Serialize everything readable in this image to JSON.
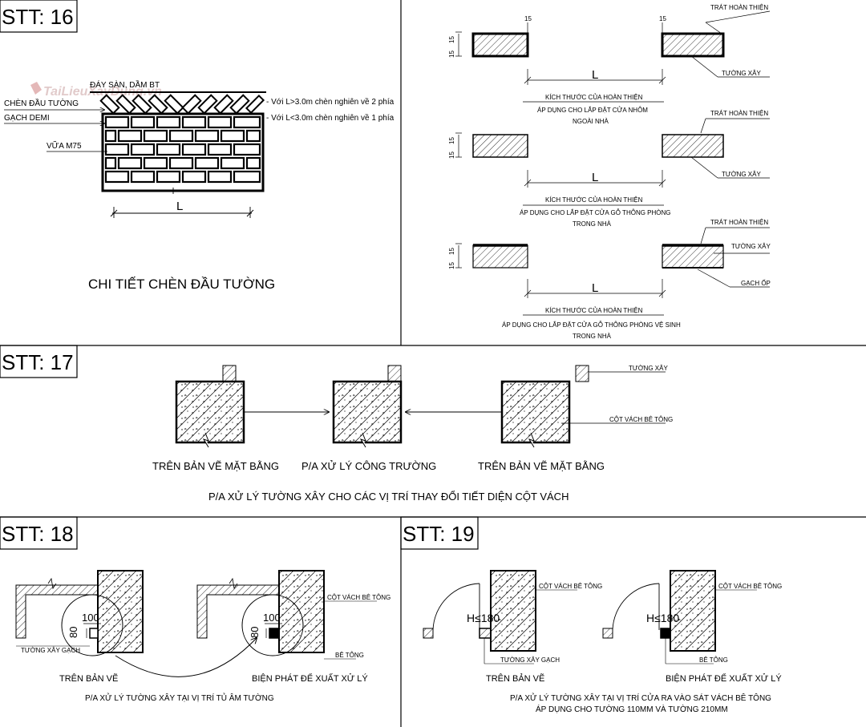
{
  "colors": {
    "line": "#000000",
    "watermark": "#c9a0a0",
    "background": "#ffffff"
  },
  "watermark": {
    "text": "TaiLieuXayDung.vn",
    "icon": "logo-icon"
  },
  "p16": {
    "stt": "STT: 16",
    "labels": {
      "slab": "ĐÁY SÀN, DẦM BT",
      "wedge": "CHÈN ĐẦU TƯỜNG",
      "demi": "GẠCH DEMI",
      "mortar": "VỮA M75",
      "note1": "- Với L>3.0m chèn nghiên về 2 phía",
      "note2": "- Với L<3.0m chèn nghiên về 1 phía",
      "dim": "L"
    },
    "caption": "CHI TIẾT CHÈN ĐẦU TƯỜNG"
  },
  "p16b": {
    "rows": [
      {
        "dim_top": "15",
        "dim_side_a": "15",
        "dim_side_b": "15",
        "dim_l": "L",
        "label_top": "TRÁT HOÀN THIỆN",
        "label_mid": "TƯỜNG XÂY",
        "label_bot": "",
        "size": "KÍCH THƯỚC CỦA HOÀN THIỆN",
        "apply1": "ÁP DỤNG CHO LẮP ĐẶT CỬA NHÔM",
        "apply2": "NGOÀI NHÀ"
      },
      {
        "dim_top": "",
        "dim_side_a": "15",
        "dim_side_b": "15",
        "dim_l": "L",
        "label_top": "TRÁT HOÀN THIỆN",
        "label_mid": "TƯỜNG XÂY",
        "label_bot": "",
        "size": "KÍCH THƯỚC CỦA HOÀN THIỆN",
        "apply1": "ÁP DỤNG CHO LẮP ĐẶT CỬA GỖ THÔNG PHÒNG",
        "apply2": "TRONG NHÀ"
      },
      {
        "dim_top": "",
        "dim_side_a": "15",
        "dim_side_b": "15",
        "dim_l": "L",
        "label_top": "TRÁT HOÀN THIỆN",
        "label_mid": "TƯỜNG XÂY",
        "label_bot": "GẠCH ỐP",
        "size": "KÍCH THƯỚC CỦA HOÀN THIỆN",
        "apply1": "ÁP DỤNG CHO LẮP ĐẶT CỬA GỖ THÔNG PHÒNG VỆ SINH",
        "apply2": "TRONG NHÀ"
      }
    ]
  },
  "p17": {
    "stt": "STT: 17",
    "left": "TRÊN BẢN VẼ MẶT BẰNG",
    "mid": "P/A XỬ LÝ CÔNG TRƯỜNG",
    "right": "TRÊN BẢN VẼ MẶT BẰNG",
    "wall": "TƯỜNG XÂY",
    "column": "CỘT VÁCH BÊ TÔNG",
    "caption": "P/A XỬ LÝ TƯỜNG XÂY CHO CÁC VỊ TRÍ THAY ĐỔI TIẾT DIỆN  CỘT VÁCH"
  },
  "p18": {
    "stt": "STT: 18",
    "dim_w": "100",
    "dim_h": "80",
    "wall": "TƯỜNG XÂY GẠCH",
    "column": "CỘT VÁCH BÊ TÔNG",
    "concrete": "BÊ TÔNG",
    "left": "TRÊN BẢN VẼ",
    "right": "BIỆN PHÁT ĐỂ XUẤT XỬ LÝ",
    "caption": "P/A  XỬ LÝ  TƯỜNG XÂY TẠI VỊ TRÍ TỦ ÂM TƯỜNG"
  },
  "p19": {
    "stt": "STT: 19",
    "dim": "H≤180",
    "column": "CỘT VÁCH BÊ TÔNG",
    "wall": "TƯỜNG XÂY GẠCH",
    "concrete": "BÊ TÔNG",
    "left": "TRÊN BẢN VẼ",
    "right": "BIỆN PHÁT ĐỂ XUẤT XỬ LÝ",
    "caption1": "P/A  XỬ LÝ  TƯỜNG XÂY TẠI VỊ TRÍ  CỬA RA VÀO SÁT VÁCH BÊ TÔNG",
    "caption2": "ÁP DỤNG CHO TƯỜNG 110MM VÀ TƯỜNG 210MM"
  }
}
